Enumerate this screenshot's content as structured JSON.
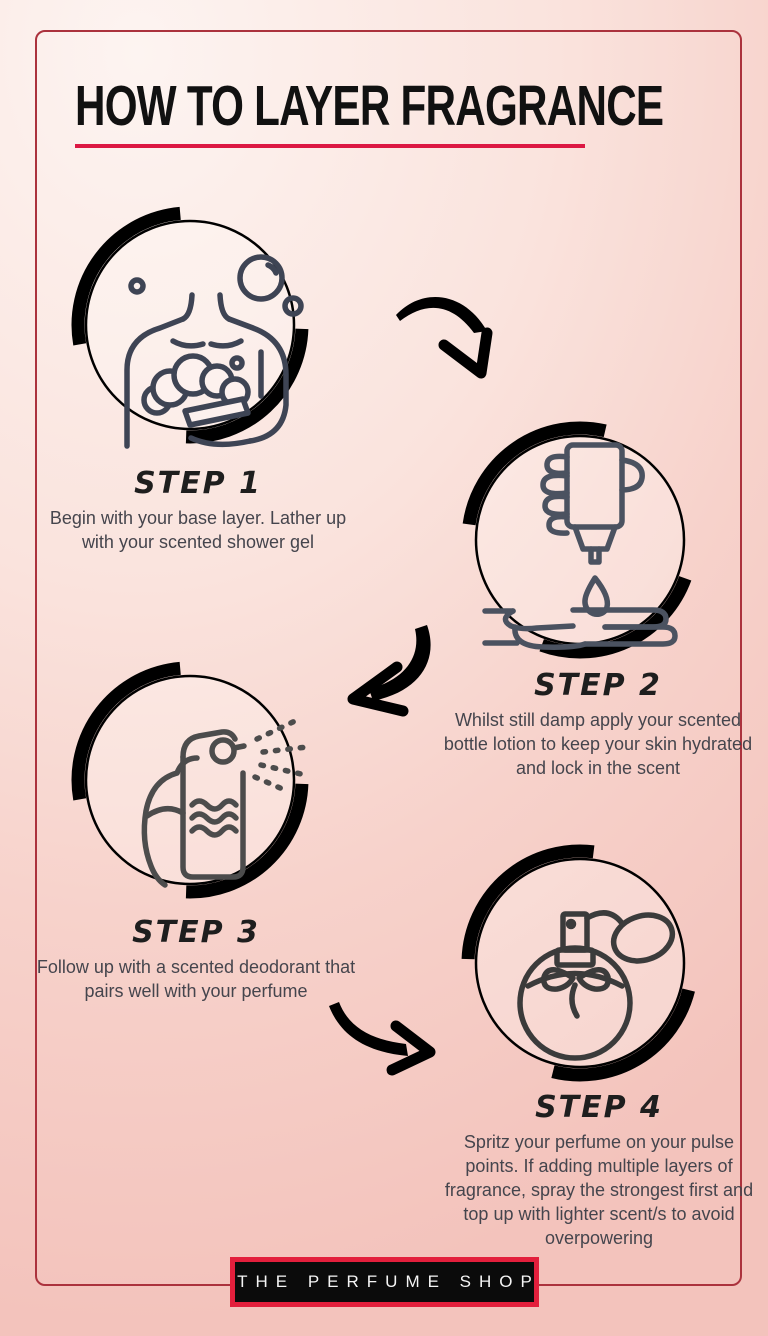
{
  "page": {
    "background_top": "#fdf4f1",
    "background_bottom": "#f3c3bc",
    "frame_color": "#ab323d"
  },
  "header": {
    "title": "HOW TO LAYER FRAGRANCE",
    "underline_color": "#dc1843",
    "title_color": "#111111"
  },
  "steps": [
    {
      "heading": "STEP 1",
      "description": "Begin with your base layer. Lather up with your scented shower gel",
      "icon": "shower-gel-lather-icon",
      "icon_color": "#3e4454"
    },
    {
      "heading": "STEP 2",
      "description": "Whilst still damp apply your scented bottle lotion to keep your skin hydrated and lock in the scent",
      "icon": "lotion-bottle-hand-icon",
      "icon_color": "#4b5260"
    },
    {
      "heading": "STEP 3",
      "description": "Follow up with a scented deodorant that pairs well with your perfume",
      "icon": "deodorant-spray-icon",
      "icon_color": "#4c4c4c"
    },
    {
      "heading": "STEP 4",
      "description": "Spritz your perfume on your pulse points. If adding multiple layers of fragrance, spray the strongest first and top up with lighter scent/s to avoid overpowering",
      "icon": "perfume-atomizer-icon",
      "icon_color": "#3b3b3b"
    }
  ],
  "arrows": [
    {
      "name": "curved-arrow-down-right"
    },
    {
      "name": "curved-arrow-down-left"
    },
    {
      "name": "curved-arrow-right"
    }
  ],
  "ring": {
    "thin_stroke": "#000000",
    "thick_stroke": "#000000"
  },
  "footer": {
    "brand": "THE PERFUME SHOP",
    "box_background": "#0b0b0b",
    "box_border": "#e31f3c"
  }
}
